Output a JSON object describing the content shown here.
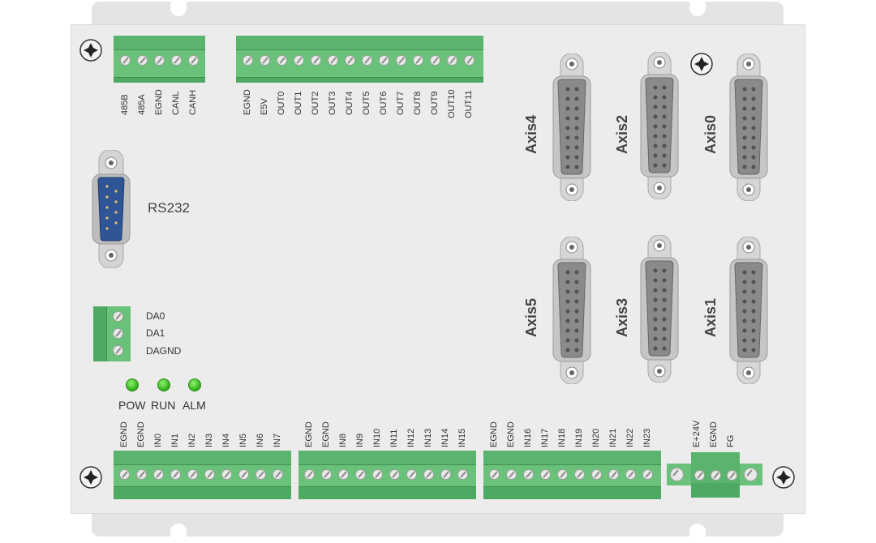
{
  "rs232_label": "RS232",
  "comm_terminal": {
    "pins": [
      "485B",
      "485A",
      "EGND",
      "CANL",
      "CANH"
    ]
  },
  "output_terminal": {
    "pins": [
      "EGND",
      "E5V",
      "OUT0",
      "OUT1",
      "OUT2",
      "OUT3",
      "OUT4",
      "OUT5",
      "OUT6",
      "OUT7",
      "OUT8",
      "OUT9",
      "OUT10",
      "OUT11"
    ]
  },
  "analog_terminal": {
    "pins": [
      "DA0",
      "DA1",
      "DAGND"
    ]
  },
  "leds": [
    "POW",
    "RUN",
    "ALM"
  ],
  "input_terminal_1": {
    "pins": [
      "EGND",
      "EGND",
      "IN0",
      "IN1",
      "IN2",
      "IN3",
      "IN4",
      "IN5",
      "IN6",
      "IN7"
    ]
  },
  "input_terminal_2": {
    "pins": [
      "EGND",
      "EGND",
      "IN8",
      "IN9",
      "IN10",
      "IN11",
      "IN12",
      "IN13",
      "IN14",
      "IN15"
    ]
  },
  "input_terminal_3": {
    "pins": [
      "EGND",
      "EGND",
      "IN16",
      "IN17",
      "IN18",
      "IN19",
      "IN20",
      "IN21",
      "IN22",
      "IN23"
    ]
  },
  "power_terminal": {
    "pins": [
      "E+24V",
      "EGND",
      "FG"
    ]
  },
  "axis_connectors": [
    "Axis4",
    "Axis2",
    "Axis0",
    "Axis5",
    "Axis3",
    "Axis1"
  ],
  "colors": {
    "plate": "#ececec",
    "terminal": "#6ac17a",
    "led": "#3cc21f",
    "rs232_body": "#2f5597"
  }
}
